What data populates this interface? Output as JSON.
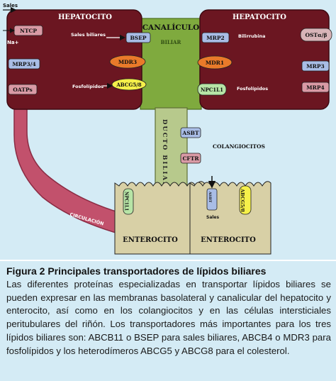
{
  "colors": {
    "background": "#d4ebf5",
    "hepatocyte": "#6b1621",
    "canaliculus": "#7faa3e",
    "duct": "#b7c98c",
    "circulation": "#c2516c",
    "enterocyte": "#d8d0a6",
    "transporter_blue": "#a9bde6",
    "transporter_pink": "#d99aa5",
    "transporter_orange": "#e97a2a",
    "transporter_green": "#b7e4a6",
    "transporter_yellow": "#f5f04a"
  },
  "diagram": {
    "hepatocyte_left": "HEPATOCITO",
    "hepatocyte_right": "HEPATOCITO",
    "canaliculus": "CANALÍCULO",
    "canaliculus_sub": "BILIAR",
    "bile_duct": "DUCTO BILIAR",
    "salts_in": "Sales",
    "sodium": "Na+",
    "bile_salts": "Sales biliares",
    "phospholipids_left": "Fosfolípidos",
    "bilirubin": "Bilirrubina",
    "phospholipids_right": "Fosfolípidos",
    "cholangiocytes": "COLANGIOCITOS",
    "circulation": "CIRCULACIÓN",
    "enterocyte_left": "ENTEROCITO",
    "enterocyte_right": "ENTEROCITO",
    "salts_entero": "Sales",
    "transporters": {
      "ntcp": "NTCP",
      "mrp34": "MRP3/4",
      "oatps": "OATPs",
      "bsep": "BSEP",
      "mdr3": "MDR3",
      "abcg58_left": "ABCG5/8",
      "mrp2": "MRP2",
      "mdr1": "MDR1",
      "npc1l1_liver": "NPC1L1",
      "ost": "OSTα/β",
      "mrp3": "MRP3",
      "mrp4": "MRP4",
      "asbt": "ASBT",
      "cftr": "CFTR",
      "npc1l1_entero": "NPC1L1",
      "asbt_entero": "ASBT",
      "abcg58_entero": "ABCG5/8"
    }
  },
  "caption": {
    "title": "Figura 2 Principales transportadores de lípidos biliares",
    "body": "Las diferentes proteínas especializadas en transportar lípidos biliares se pueden expresar en las membranas basolateral y canalicular del hepatocito y enterocito, así como en los colangiocitos y en las células intersticiales peritubulares del riñón. Los transportadores más importantes para los tres lípidos biliares son: ABCB11 o BSEP para sales biliares, ABCB4 o MDR3 para fosfolípidos y los heterodímeros ABCG5 y ABCG8 para el colesterol."
  }
}
